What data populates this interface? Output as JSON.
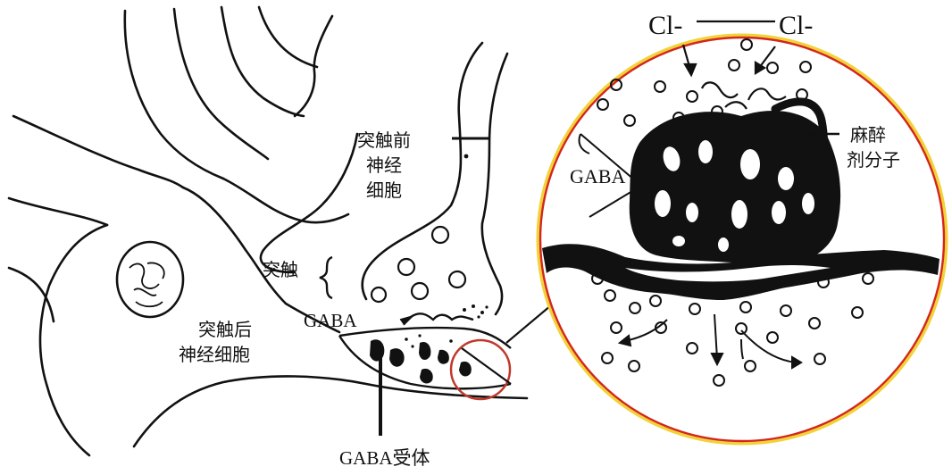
{
  "labels": {
    "presynaptic_line1": "突触前",
    "presynaptic_line2": "神经",
    "presynaptic_line3": "细胞",
    "synapse": "突触",
    "gaba_left": "GABA",
    "postsynaptic_line1": "突触后",
    "postsynaptic_line2": "神经细胞",
    "gaba_receptor": "GABA受体",
    "chloride_left": "Cl-",
    "chloride_right": "Cl-",
    "anesthetic_line1": "麻醉",
    "anesthetic_line2": "剂分子",
    "gaba_zoom": "GABA"
  },
  "colors": {
    "ink": "#111111",
    "magnifier_outline": "#d4261d",
    "magnifier_halo": "#f2d23a"
  }
}
